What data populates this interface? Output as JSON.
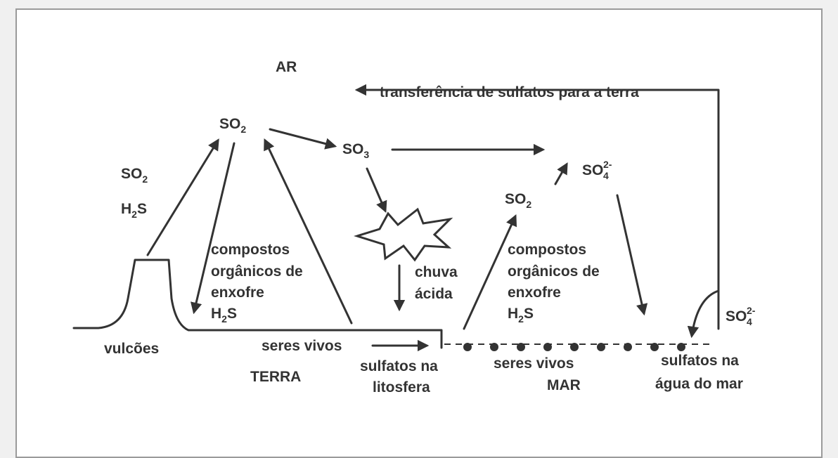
{
  "labels": {
    "ar": "AR",
    "transfer": "transferência de sulfatos para a terra",
    "chuva_1": "chuva",
    "chuva_2": "ácida",
    "compostos_left_1": "compostos",
    "compostos_left_2": "orgânicos de",
    "compostos_left_3": "enxofre",
    "compostos_right_1": "compostos",
    "compostos_right_2": "orgânicos de",
    "compostos_right_3": "enxofre",
    "vulcoes": "vulcões",
    "seres_vivos_terra": "seres vivos",
    "terra": "TERRA",
    "sulfatos_lito_1": "sulfatos na",
    "sulfatos_lito_2": "litosfera",
    "seres_vivos_mar": "seres vivos",
    "mar": "MAR",
    "sulfatos_mar_1": "sulfatos na",
    "sulfatos_mar_2": "água do mar"
  },
  "chem": {
    "so2_top": {
      "base": "SO",
      "sub": "2"
    },
    "so3": {
      "base": "SO",
      "sub": "3"
    },
    "so2_left": {
      "base": "SO",
      "sub": "2"
    },
    "h2s_left": {
      "a": "H",
      "sub": "2",
      "b": "S"
    },
    "h2s_mid": {
      "a": "H",
      "sub": "2",
      "b": "S"
    },
    "h2s_right": {
      "a": "H",
      "sub": "2",
      "b": "S"
    },
    "so2_right": {
      "base": "SO",
      "sub": "2"
    },
    "so4_upper": {
      "base": "SO",
      "sub": "4",
      "sup": "2-"
    },
    "so4_edge": {
      "base": "SO",
      "sub": "4",
      "sup": "2-"
    }
  }
}
